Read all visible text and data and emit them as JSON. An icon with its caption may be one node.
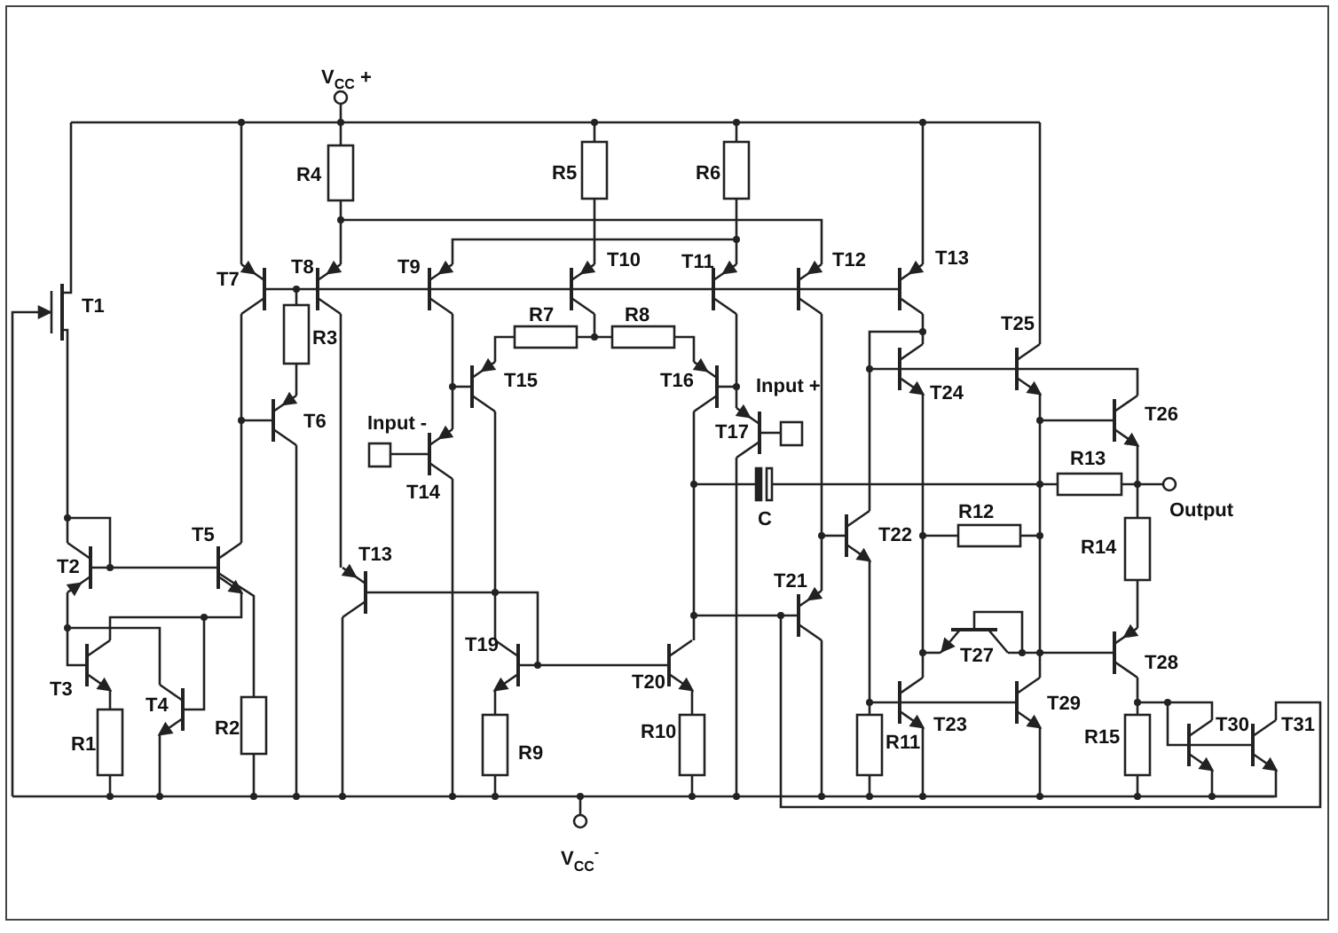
{
  "diagram": {
    "labels": [
      "V$_{CC}$ +",
      "R4",
      "R5",
      "R6",
      "T7",
      "T8",
      "T9",
      "T10",
      "T11",
      "T12",
      "T13",
      "T1",
      "R3",
      "R7",
      "R8",
      "T15",
      "T16",
      "Input -",
      "Input +",
      "T6",
      "T25",
      "T24",
      "T26",
      "T14",
      "T17",
      "R13",
      "C",
      "Output",
      "T5",
      "T2",
      "T13",
      "R12",
      "T22",
      "T21",
      "R14",
      "T27",
      "T19",
      "T20",
      "T3",
      "T4",
      "R1",
      "R2",
      "R9",
      "R10",
      "R11",
      "T23",
      "T29",
      "T28",
      "R15",
      "T30",
      "T31",
      "V$_{CC}$$^{-}$"
    ]
  }
}
